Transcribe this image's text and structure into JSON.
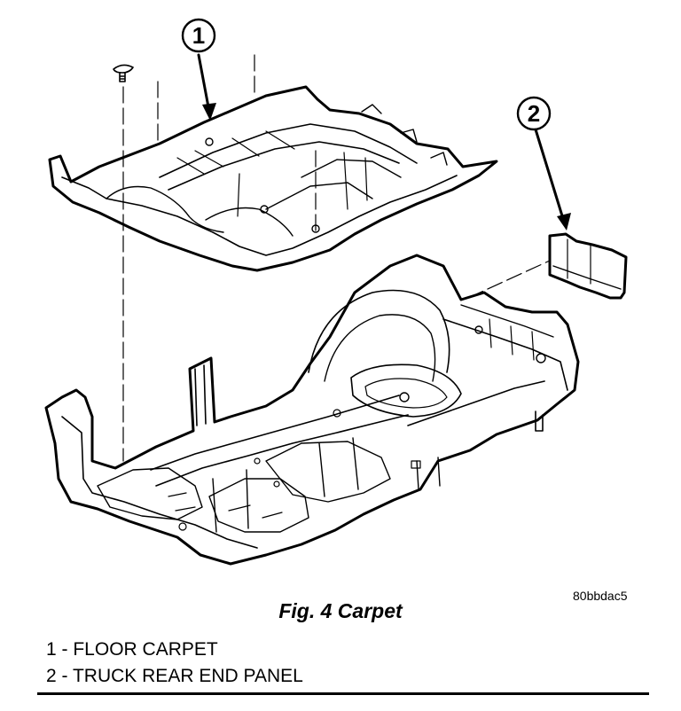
{
  "callouts": [
    {
      "number": "1",
      "target": "floor-carpet"
    },
    {
      "number": "2",
      "target": "truck-rear-end-panel"
    }
  ],
  "figure": {
    "code": "80bbdac5",
    "caption": "Fig. 4 Carpet"
  },
  "legend": [
    {
      "number": "1",
      "label": "- FLOOR CARPET"
    },
    {
      "number": "2",
      "label": "- TRUCK REAR END PANEL"
    }
  ],
  "colors": {
    "ink": "#000000",
    "paper": "#ffffff"
  }
}
